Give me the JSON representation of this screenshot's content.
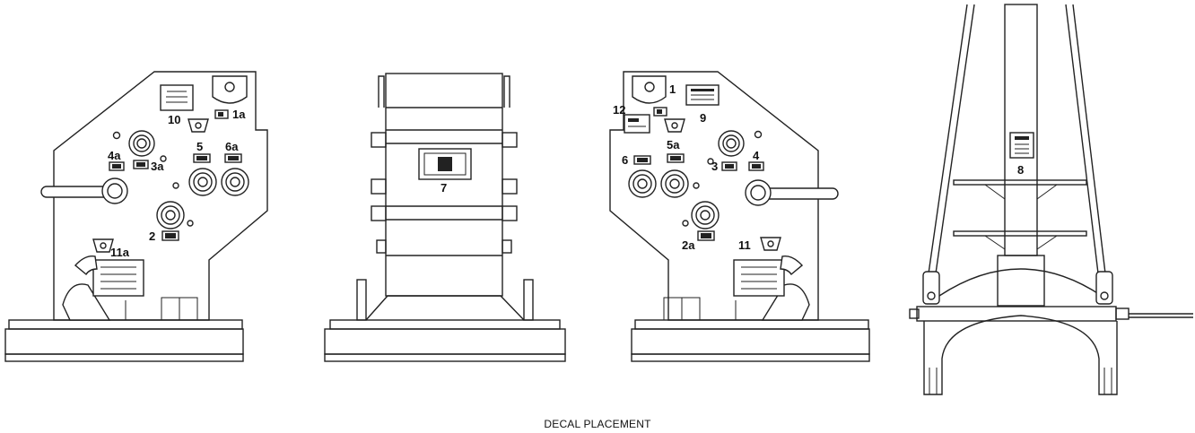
{
  "caption": "DECAL PLACEMENT",
  "views": {
    "left_side": {
      "labels": {
        "l1a": "1a",
        "l2": "2",
        "l3a": "3a",
        "l4a": "4a",
        "l5": "5",
        "l6a": "6a",
        "l10": "10",
        "l11a": "11a"
      }
    },
    "front": {
      "labels": {
        "l7": "7"
      }
    },
    "right_side": {
      "labels": {
        "l1": "1",
        "l2a": "2a",
        "l3": "3",
        "l4": "4",
        "l5a": "5a",
        "l6": "6",
        "l9": "9",
        "l11": "11",
        "l12": "12"
      }
    },
    "sling": {
      "labels": {
        "l8": "8"
      }
    }
  }
}
